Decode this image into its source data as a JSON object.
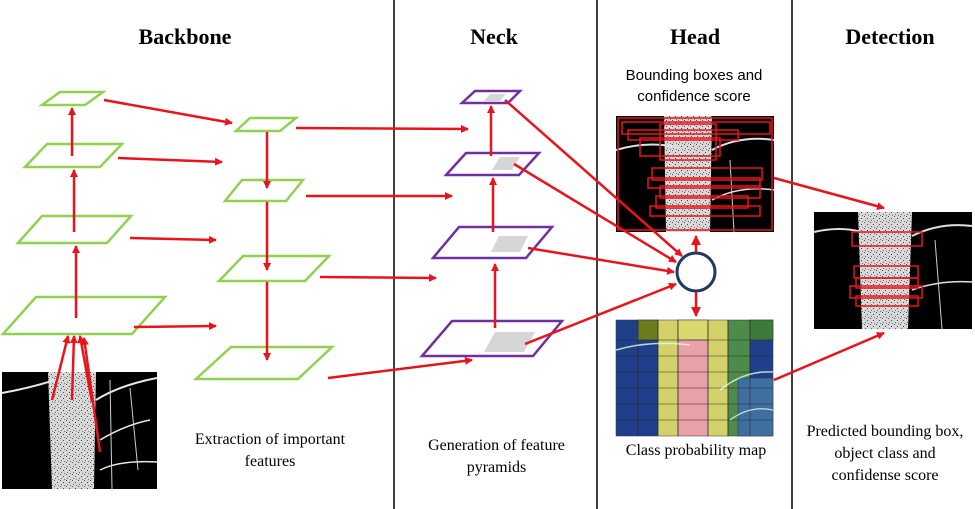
{
  "sections": {
    "backbone": "Backbone",
    "neck": "Neck",
    "head": "Head",
    "detection": "Detection"
  },
  "captions": {
    "head_top": [
      "Bounding boxes and",
      "confidence score"
    ],
    "backbone": [
      "Extraction of important",
      "features"
    ],
    "neck": [
      "Generation of feature",
      "pyramids"
    ],
    "head_bottom": "Class probability map",
    "detection": [
      "Predicted bounding box,",
      "object class and",
      "confidense score"
    ]
  },
  "colors": {
    "backbone_plane": "#92d050",
    "neck_plane": "#7030a0",
    "arrow": "#e8141b",
    "circle": "#1f3864",
    "divider": "#000000"
  }
}
